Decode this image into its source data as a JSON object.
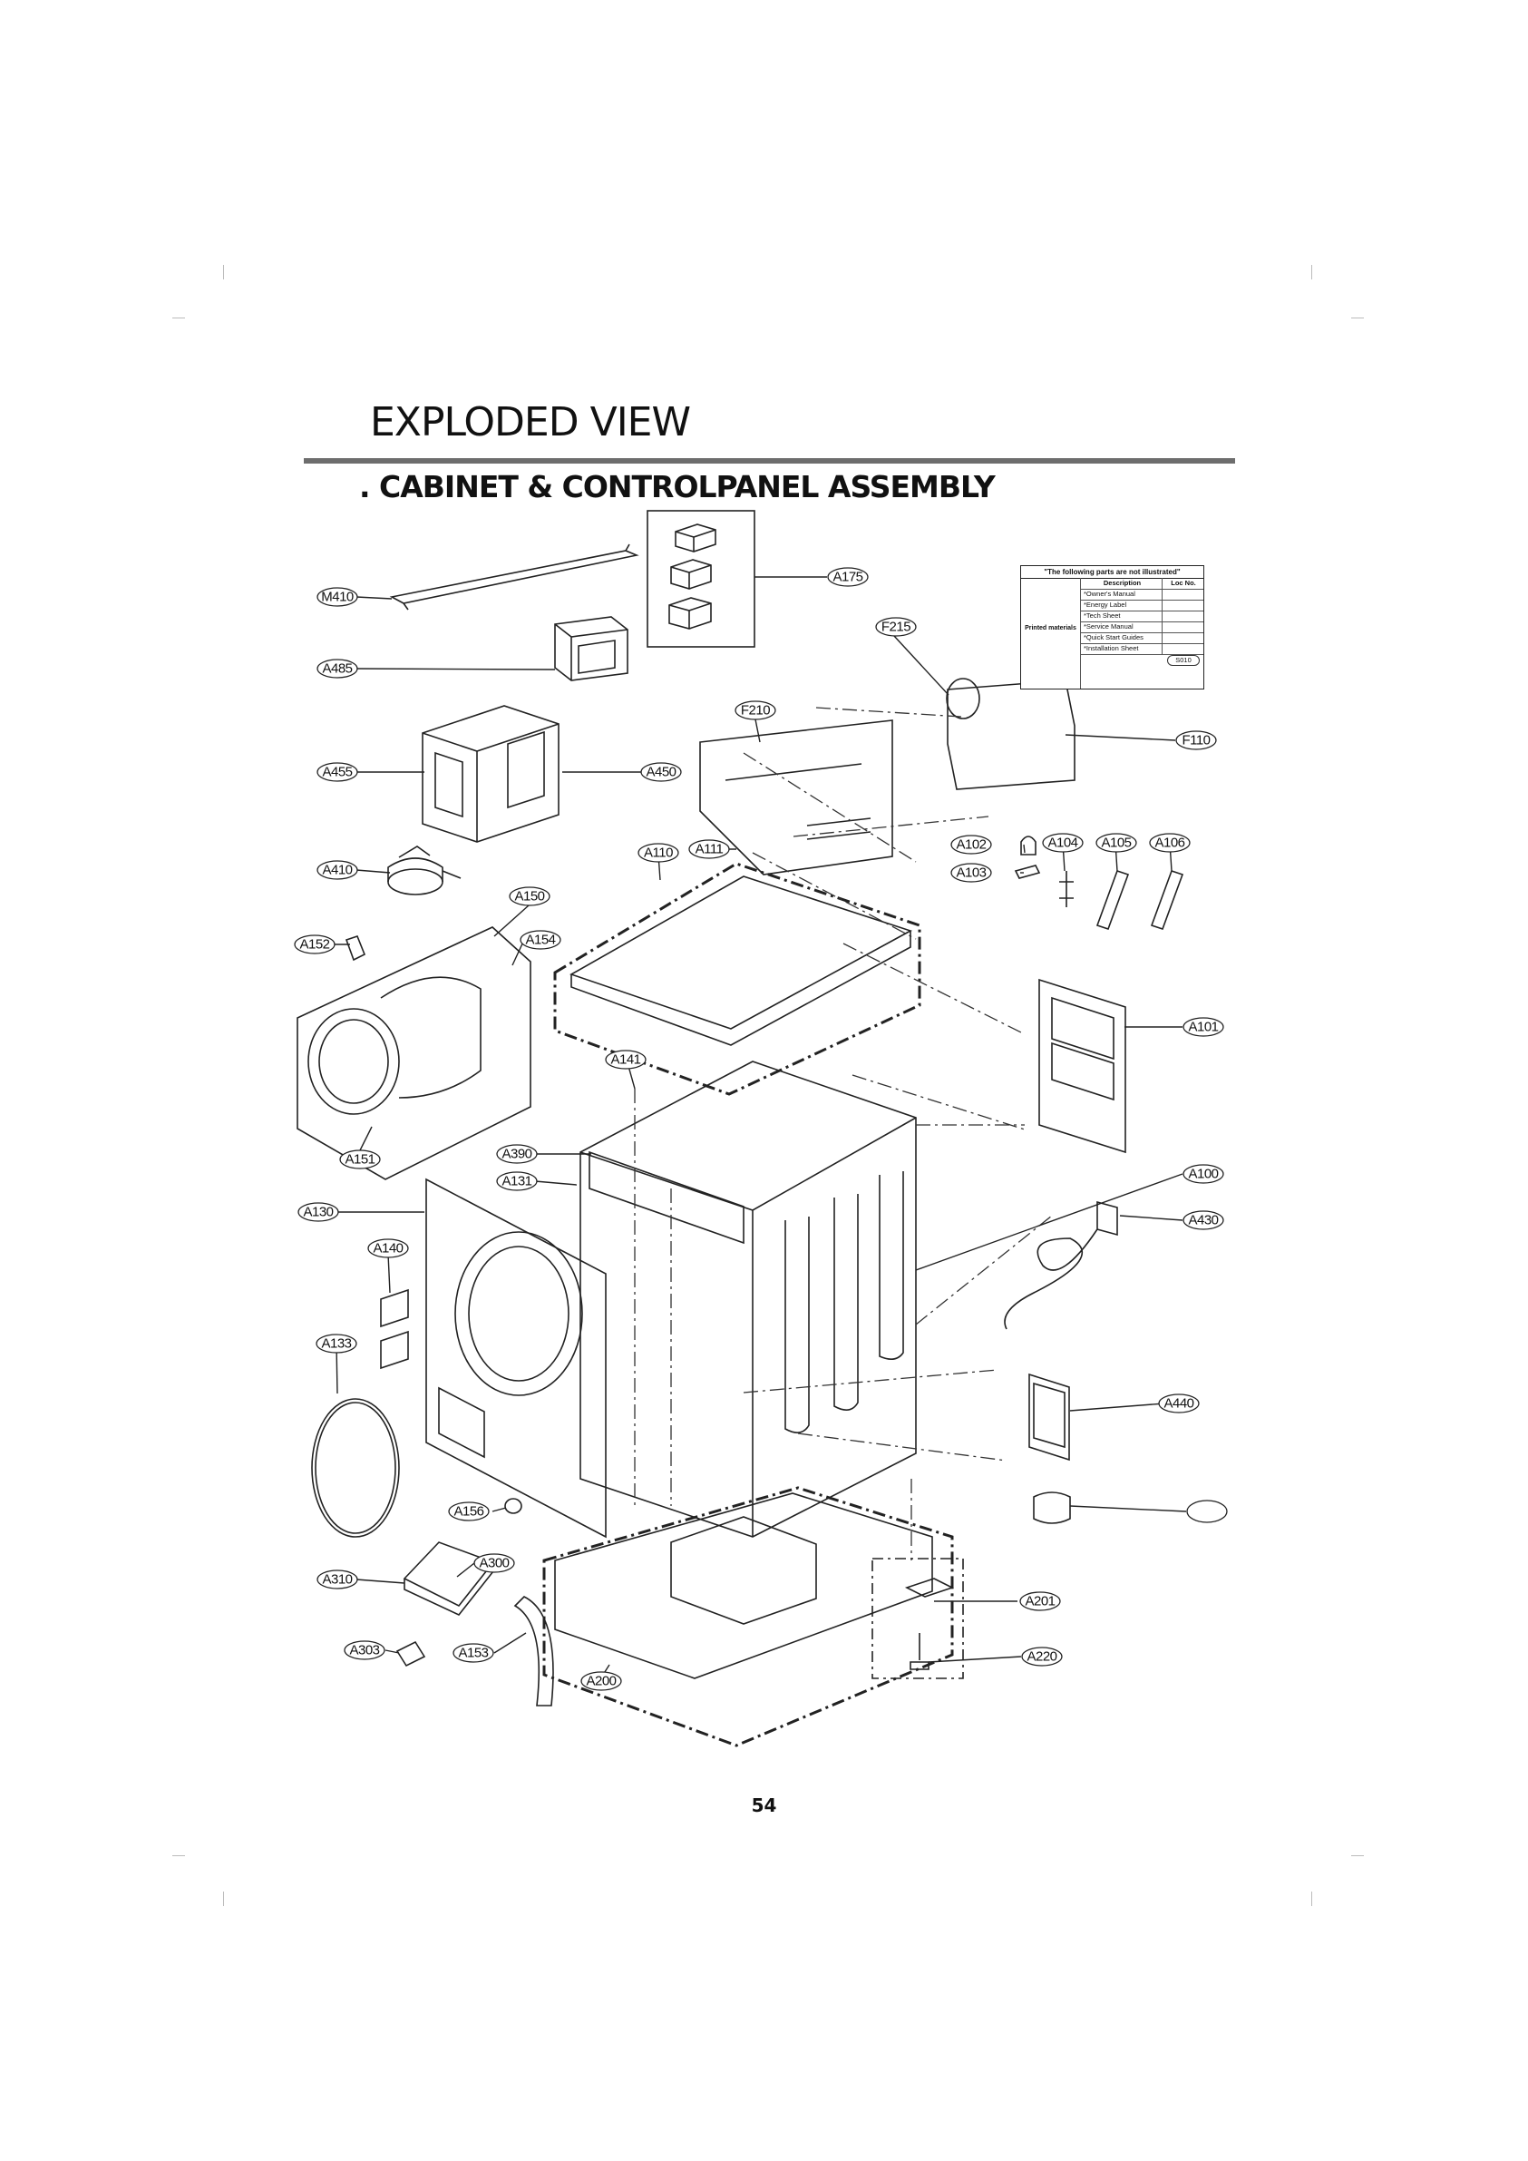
{
  "header": {
    "title": "EXPLODED VIEW",
    "subtitle": ". CABINET & CONTROLPANEL ASSEMBLY"
  },
  "not_illustrated": {
    "heading": "\"The following parts are not illustrated\"",
    "col_description": "Description",
    "col_loc": "Loc No.",
    "category": "Printed materials",
    "items": [
      "*Owner's Manual",
      "*Energy Label",
      "*Tech Sheet",
      "*Service Manual",
      "*Quick Start Guides",
      "*Installation Sheet"
    ],
    "loc_code": "S010"
  },
  "parts": [
    {
      "id": "M410",
      "label": "M410"
    },
    {
      "id": "A485",
      "label": "A485"
    },
    {
      "id": "A455",
      "label": "A455"
    },
    {
      "id": "A450",
      "label": "A450"
    },
    {
      "id": "A410",
      "label": "A410"
    },
    {
      "id": "A175",
      "label": "A175"
    },
    {
      "id": "F215",
      "label": "F215"
    },
    {
      "id": "F210",
      "label": "F210"
    },
    {
      "id": "F110",
      "label": "F110"
    },
    {
      "id": "A110",
      "label": "A110"
    },
    {
      "id": "A111",
      "label": "A111"
    },
    {
      "id": "A102",
      "label": "A102"
    },
    {
      "id": "A103",
      "label": "A103"
    },
    {
      "id": "A104",
      "label": "A104"
    },
    {
      "id": "A105",
      "label": "A105"
    },
    {
      "id": "A106",
      "label": "A106"
    },
    {
      "id": "A150",
      "label": "A150"
    },
    {
      "id": "A152",
      "label": "A152"
    },
    {
      "id": "A154",
      "label": "A154"
    },
    {
      "id": "A101",
      "label": "A101"
    },
    {
      "id": "A141",
      "label": "A141"
    },
    {
      "id": "A151",
      "label": "A151"
    },
    {
      "id": "A390",
      "label": "A390"
    },
    {
      "id": "A131",
      "label": "A131"
    },
    {
      "id": "A100",
      "label": "A100"
    },
    {
      "id": "A130",
      "label": "A130"
    },
    {
      "id": "A430",
      "label": "A430"
    },
    {
      "id": "A140",
      "label": "A140"
    },
    {
      "id": "A133",
      "label": "A133"
    },
    {
      "id": "A440",
      "label": "A440"
    },
    {
      "id": "A156",
      "label": "A156"
    },
    {
      "id": "A300",
      "label": "A300"
    },
    {
      "id": "A310",
      "label": "A310"
    },
    {
      "id": "A201",
      "label": "A201"
    },
    {
      "id": "A303",
      "label": "A303"
    },
    {
      "id": "A153",
      "label": "A153"
    },
    {
      "id": "A200",
      "label": "A200"
    },
    {
      "id": "A220",
      "label": "A220"
    },
    {
      "id": "BLANK",
      "label": ""
    }
  ],
  "page_number": "54"
}
